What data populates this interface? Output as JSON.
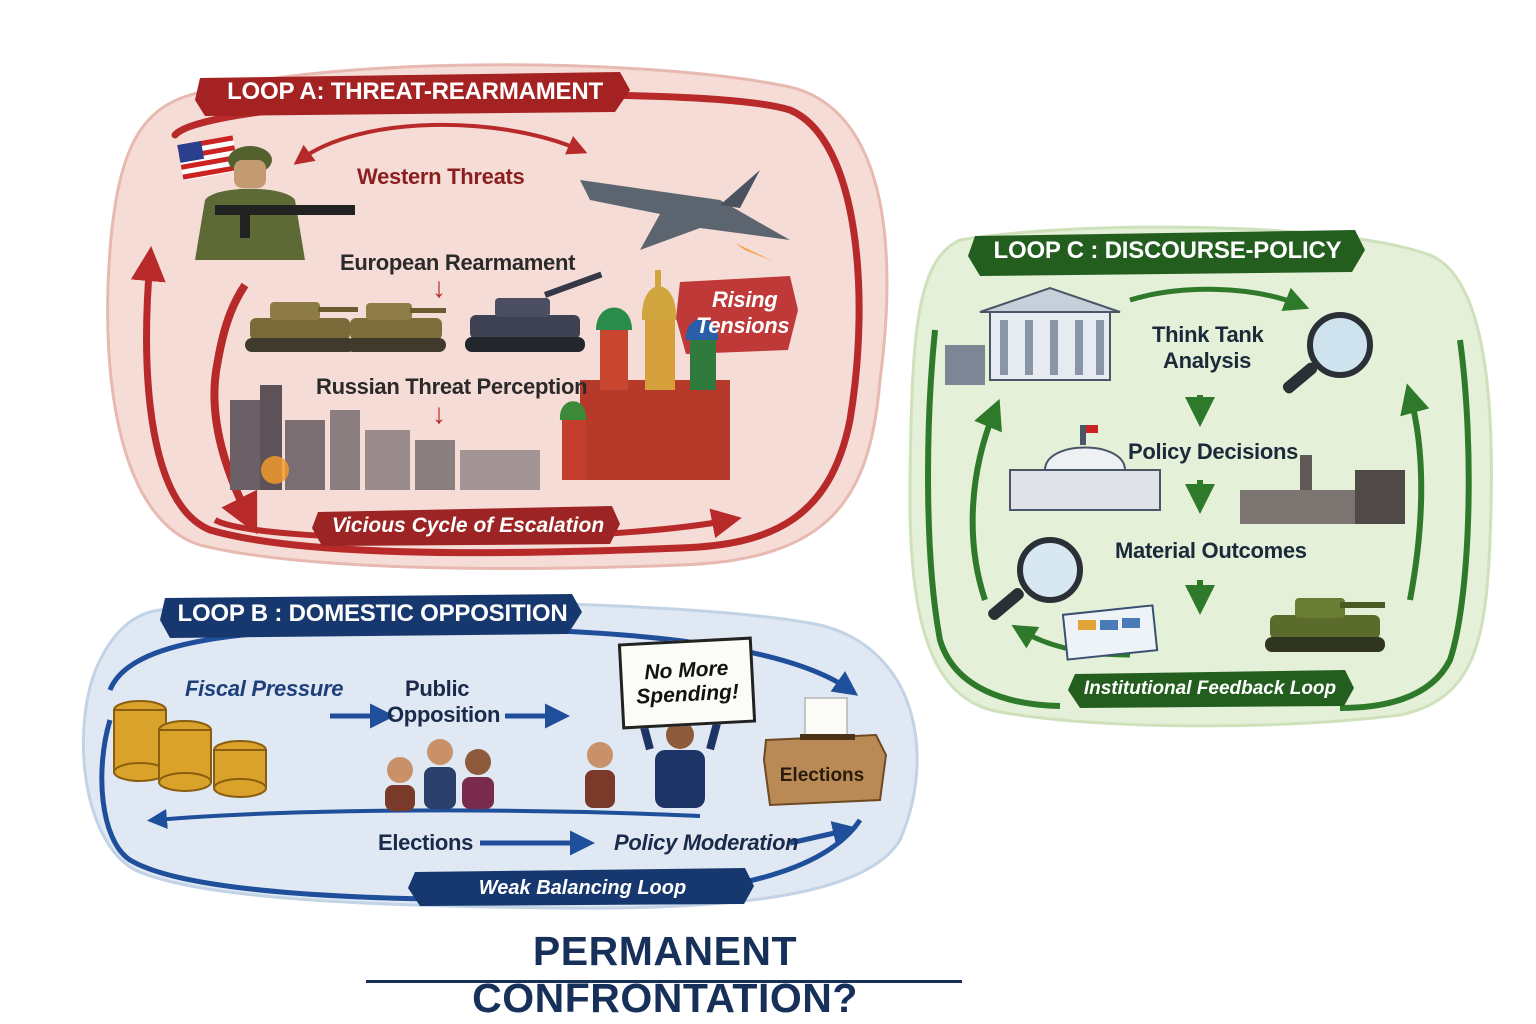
{
  "loop_a": {
    "title": "LOOP A: THREAT-REARMAMENT",
    "western_threats": "Western Threats",
    "european_rearmament": "European Rearmament",
    "rising_tensions_line1": "Rising",
    "rising_tensions_line2": "Tensions",
    "russian_threat_perception": "Russian Threat Perception",
    "vicious_cycle": "Vicious Cycle of Escalation",
    "color": "#b82a2a"
  },
  "loop_b": {
    "title": "LOOP B : DOMESTIC OPPOSITION",
    "fiscal_pressure": "Fiscal Pressure",
    "public_opposition_line1": "Public",
    "public_opposition_line2": "Opposition",
    "sign_line1": "No More",
    "sign_line2": "Spending!",
    "ballot_box_label": "Elections",
    "elections": "Elections",
    "policy_moderation": "Policy Moderation",
    "weak_balancing": "Weak Balancing Loop",
    "color": "#1f4f9a"
  },
  "loop_c": {
    "title": "LOOP C : DISCOURSE-POLICY",
    "think_tank_line1": "Think Tank",
    "think_tank_line2": "Analysis",
    "policy_decisions": "Policy Decisions",
    "material_outcomes": "Material Outcomes",
    "institutional_feedback": "Institutional Feedback Loop",
    "color": "#2e7a2a"
  },
  "main_title": "PERMANENT CONFRONTATION?"
}
